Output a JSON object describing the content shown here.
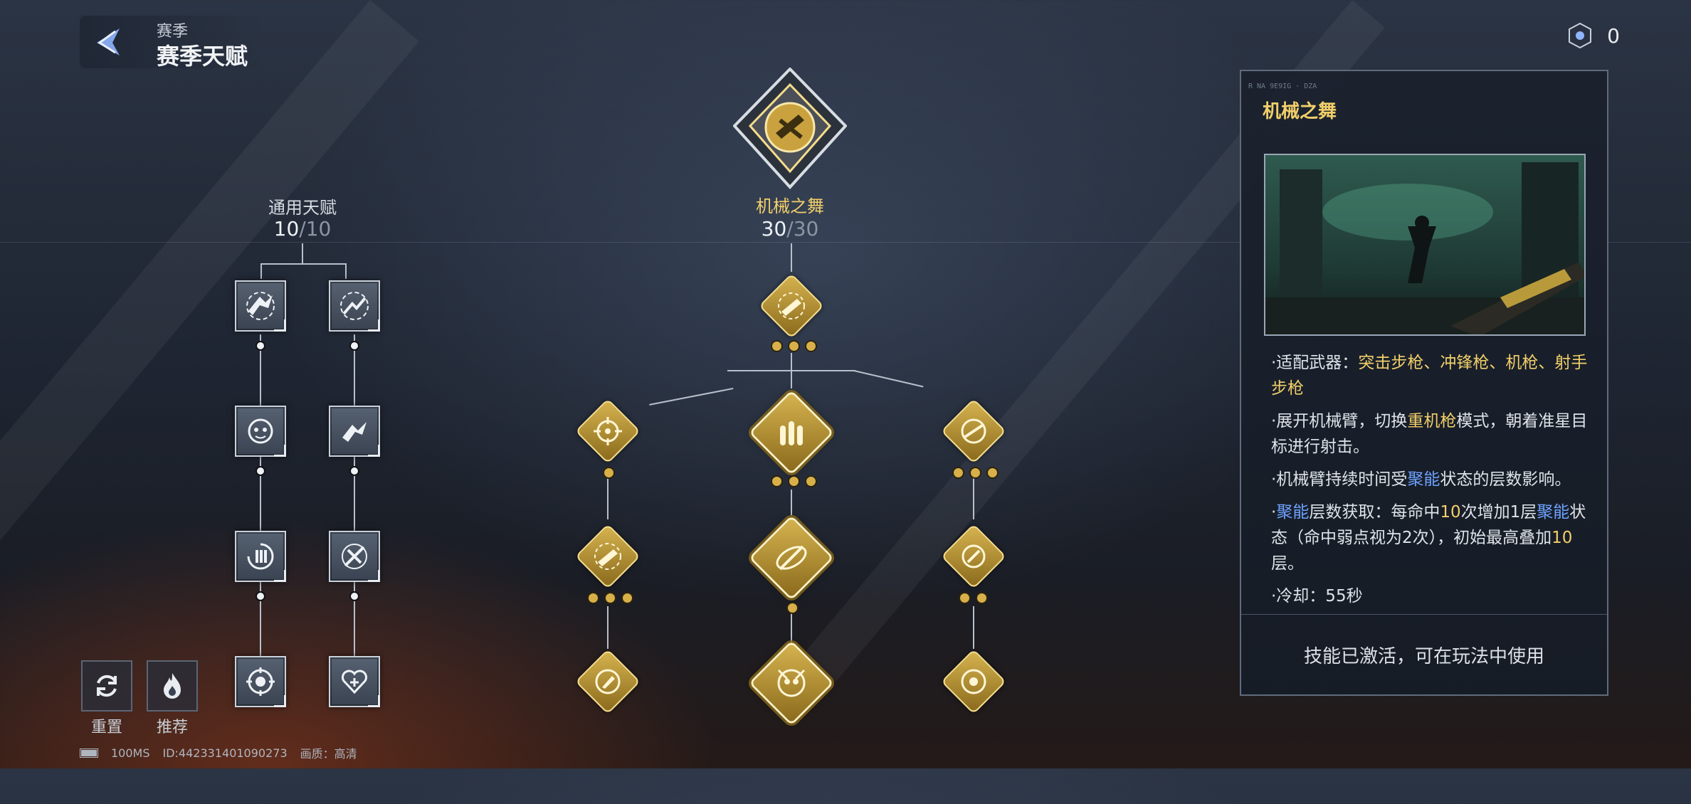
{
  "header": {
    "subtitle": "赛季",
    "title": "赛季天赋"
  },
  "currency": {
    "icon": "talent-point-icon",
    "value": "0"
  },
  "general": {
    "title": "通用天赋",
    "current": "10",
    "separator": "/",
    "max": "10"
  },
  "mech": {
    "title": "机械之舞",
    "current": "30",
    "separator": "/",
    "max": "30"
  },
  "panel": {
    "code": "R NA 9E9IG · DZA",
    "title": "机械之舞",
    "line1_prefix": "·适配武器：",
    "line1_weapons": "突击步枪、冲锋枪、机枪、射手步枪",
    "line2_a": "·展开机械臂，切换",
    "line2_b": "重机枪",
    "line2_c": "模式，朝着准星目标进行射击。",
    "line3_a": "·机械臂持续时间受",
    "line3_b": "聚能",
    "line3_c": "状态的层数影响。",
    "line4_a": "·",
    "line4_b": "聚能",
    "line4_c": "层数获取：每命中",
    "line4_d": "10",
    "line4_e": "次增加1层",
    "line4_f": "聚能",
    "line4_g": "状态（命中弱点视为2次），初始最高叠加",
    "line4_h": "10",
    "line4_i": "层。",
    "line5": "·冷却：55秒",
    "footer": "技能已激活，可在玩法中使用"
  },
  "tools": {
    "reset_label": "重置",
    "recommend_label": "推荐"
  },
  "status": {
    "ping": "100MS",
    "id": "ID:442331401090273",
    "quality_label": "画质：",
    "quality": "高清"
  },
  "colors": {
    "gold": "#f2cf6a",
    "blue_highlight": "#6ea2ff",
    "panel_border": "#5f6b7c"
  }
}
